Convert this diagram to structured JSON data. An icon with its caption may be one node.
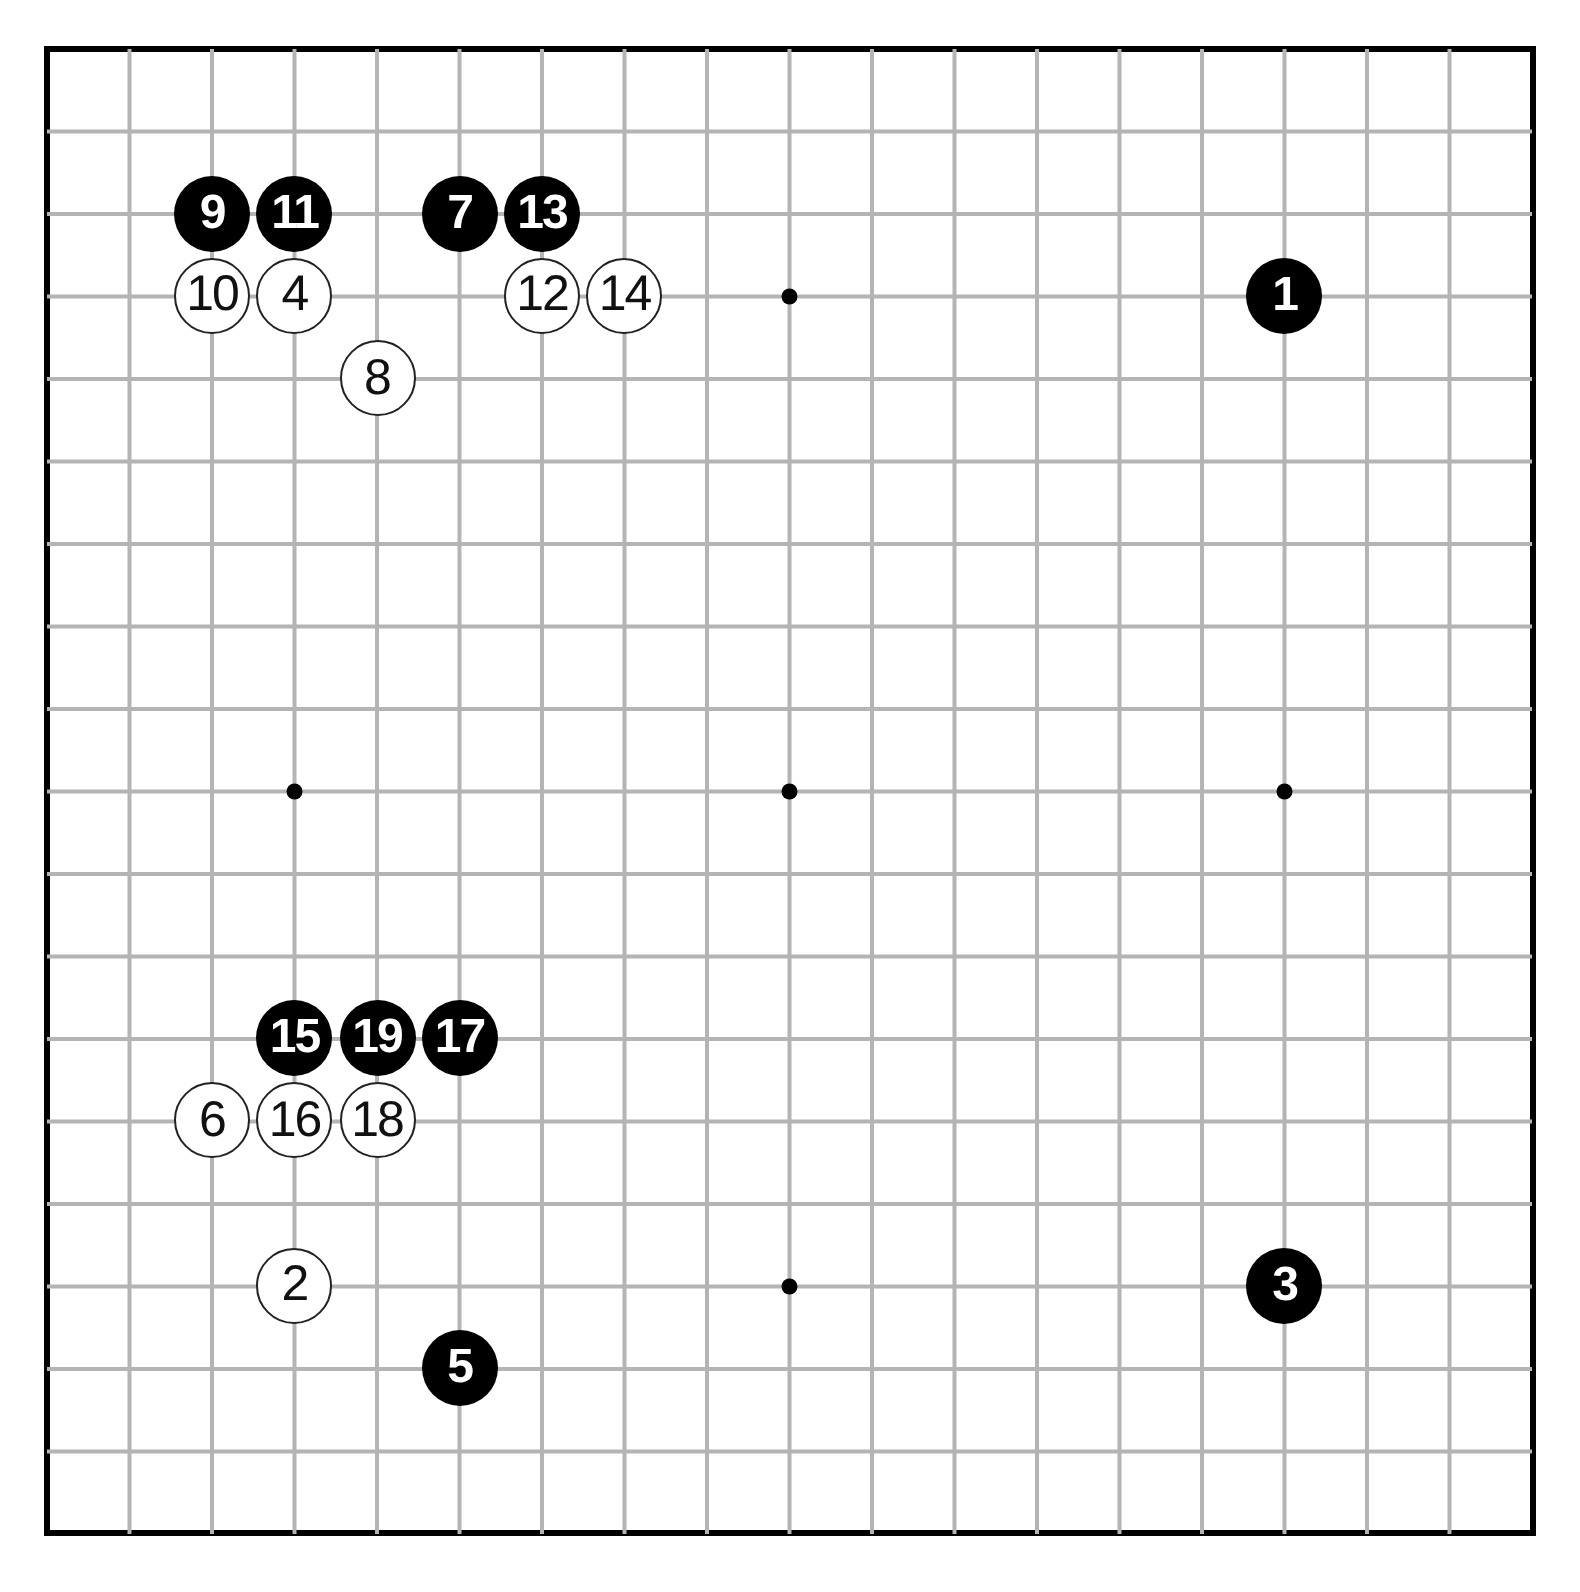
{
  "diagram": {
    "nodes": [
      {
        "text": [
          "9"
        ]
      },
      {
        "text": [
          "11"
        ]
      },
      {
        "text": [
          "7"
        ]
      },
      {
        "text": [
          "13"
        ]
      },
      {
        "text": [
          "10"
        ]
      },
      {
        "text": [
          "4"
        ]
      },
      {
        "text": [
          "12"
        ]
      },
      {
        "text": [
          "14"
        ]
      },
      {
        "text": [
          "1"
        ]
      },
      {
        "text": [
          "8"
        ]
      },
      {
        "text": [
          "15"
        ]
      },
      {
        "text": [
          "19"
        ]
      },
      {
        "text": [
          "17"
        ]
      },
      {
        "text": [
          "6"
        ]
      },
      {
        "text": [
          "16"
        ]
      },
      {
        "text": [
          "18"
        ]
      },
      {
        "text": [
          "2"
        ]
      },
      {
        "text": [
          "3"
        ]
      },
      {
        "text": [
          "5"
        ]
      }
    ]
  }
}
